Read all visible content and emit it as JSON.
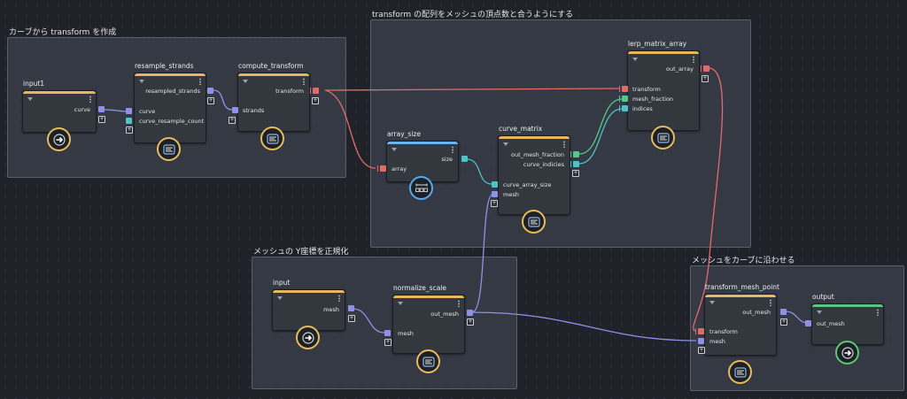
{
  "colors": {
    "transform": "#e36a6a",
    "mesh": "#8f91e8",
    "int": "#4cc3c7",
    "float": "#52c98a",
    "node_header": "#e7b663",
    "node_header_input": "#e7b663",
    "node_header_array": "#6ab4ee",
    "node_header_output": "#5ec47c",
    "badge_yellow": "#e8bb5c",
    "badge_blue": "#5aa9ec",
    "badge_green": "#58cb6f"
  },
  "groups": {
    "curve_to_transform": {
      "title": "カーブから transform を作成"
    },
    "transform_match": {
      "title": "transform の配列をメッシュの頂点数と合うようにする"
    },
    "normalize_mesh": {
      "title": "メッシュの Y座標を正規化"
    },
    "mesh_along_curve": {
      "title": "メッシュをカーブに沿わせる"
    }
  },
  "nodes": {
    "input1": {
      "title": "input1",
      "outputs": [
        "curve"
      ],
      "icon": "arrow-right-icon"
    },
    "resample_strands": {
      "title": "resample_strands",
      "outputs": [
        "resampled_strands"
      ],
      "inputs": [
        "curve",
        "curve_resample_count"
      ],
      "icon": "compound-icon"
    },
    "compute_transform": {
      "title": "compute_transform",
      "outputs": [
        "transform"
      ],
      "inputs": [
        "strands"
      ],
      "icon": "compound-icon"
    },
    "array_size": {
      "title": "array_size",
      "outputs": [
        "size"
      ],
      "inputs": [
        "array"
      ],
      "icon": "array-size-icon"
    },
    "curve_matrix": {
      "title": "curve_matrix",
      "outputs": [
        "out_mesh_fraction",
        "curve_indicies"
      ],
      "inputs": [
        "curve_array_size",
        "mesh"
      ],
      "icon": "compound-icon"
    },
    "lerp_matrix_array": {
      "title": "lerp_matrix_array",
      "outputs": [
        "out_array"
      ],
      "inputs": [
        "transform",
        "mesh_fraction",
        "indices"
      ],
      "icon": "compound-icon"
    },
    "input": {
      "title": "input",
      "outputs": [
        "mesh"
      ],
      "icon": "arrow-right-icon"
    },
    "normalize_scale": {
      "title": "normalize_scale",
      "outputs": [
        "out_mesh"
      ],
      "inputs": [
        "mesh"
      ],
      "icon": "compound-icon"
    },
    "transform_mesh_point": {
      "title": "transform_mesh_point",
      "outputs": [
        "out_mesh"
      ],
      "inputs": [
        "transform",
        "mesh"
      ],
      "icon": "compound-icon"
    },
    "output": {
      "title": "output",
      "inputs": [
        "out_mesh"
      ],
      "icon": "arrow-right-icon"
    }
  }
}
